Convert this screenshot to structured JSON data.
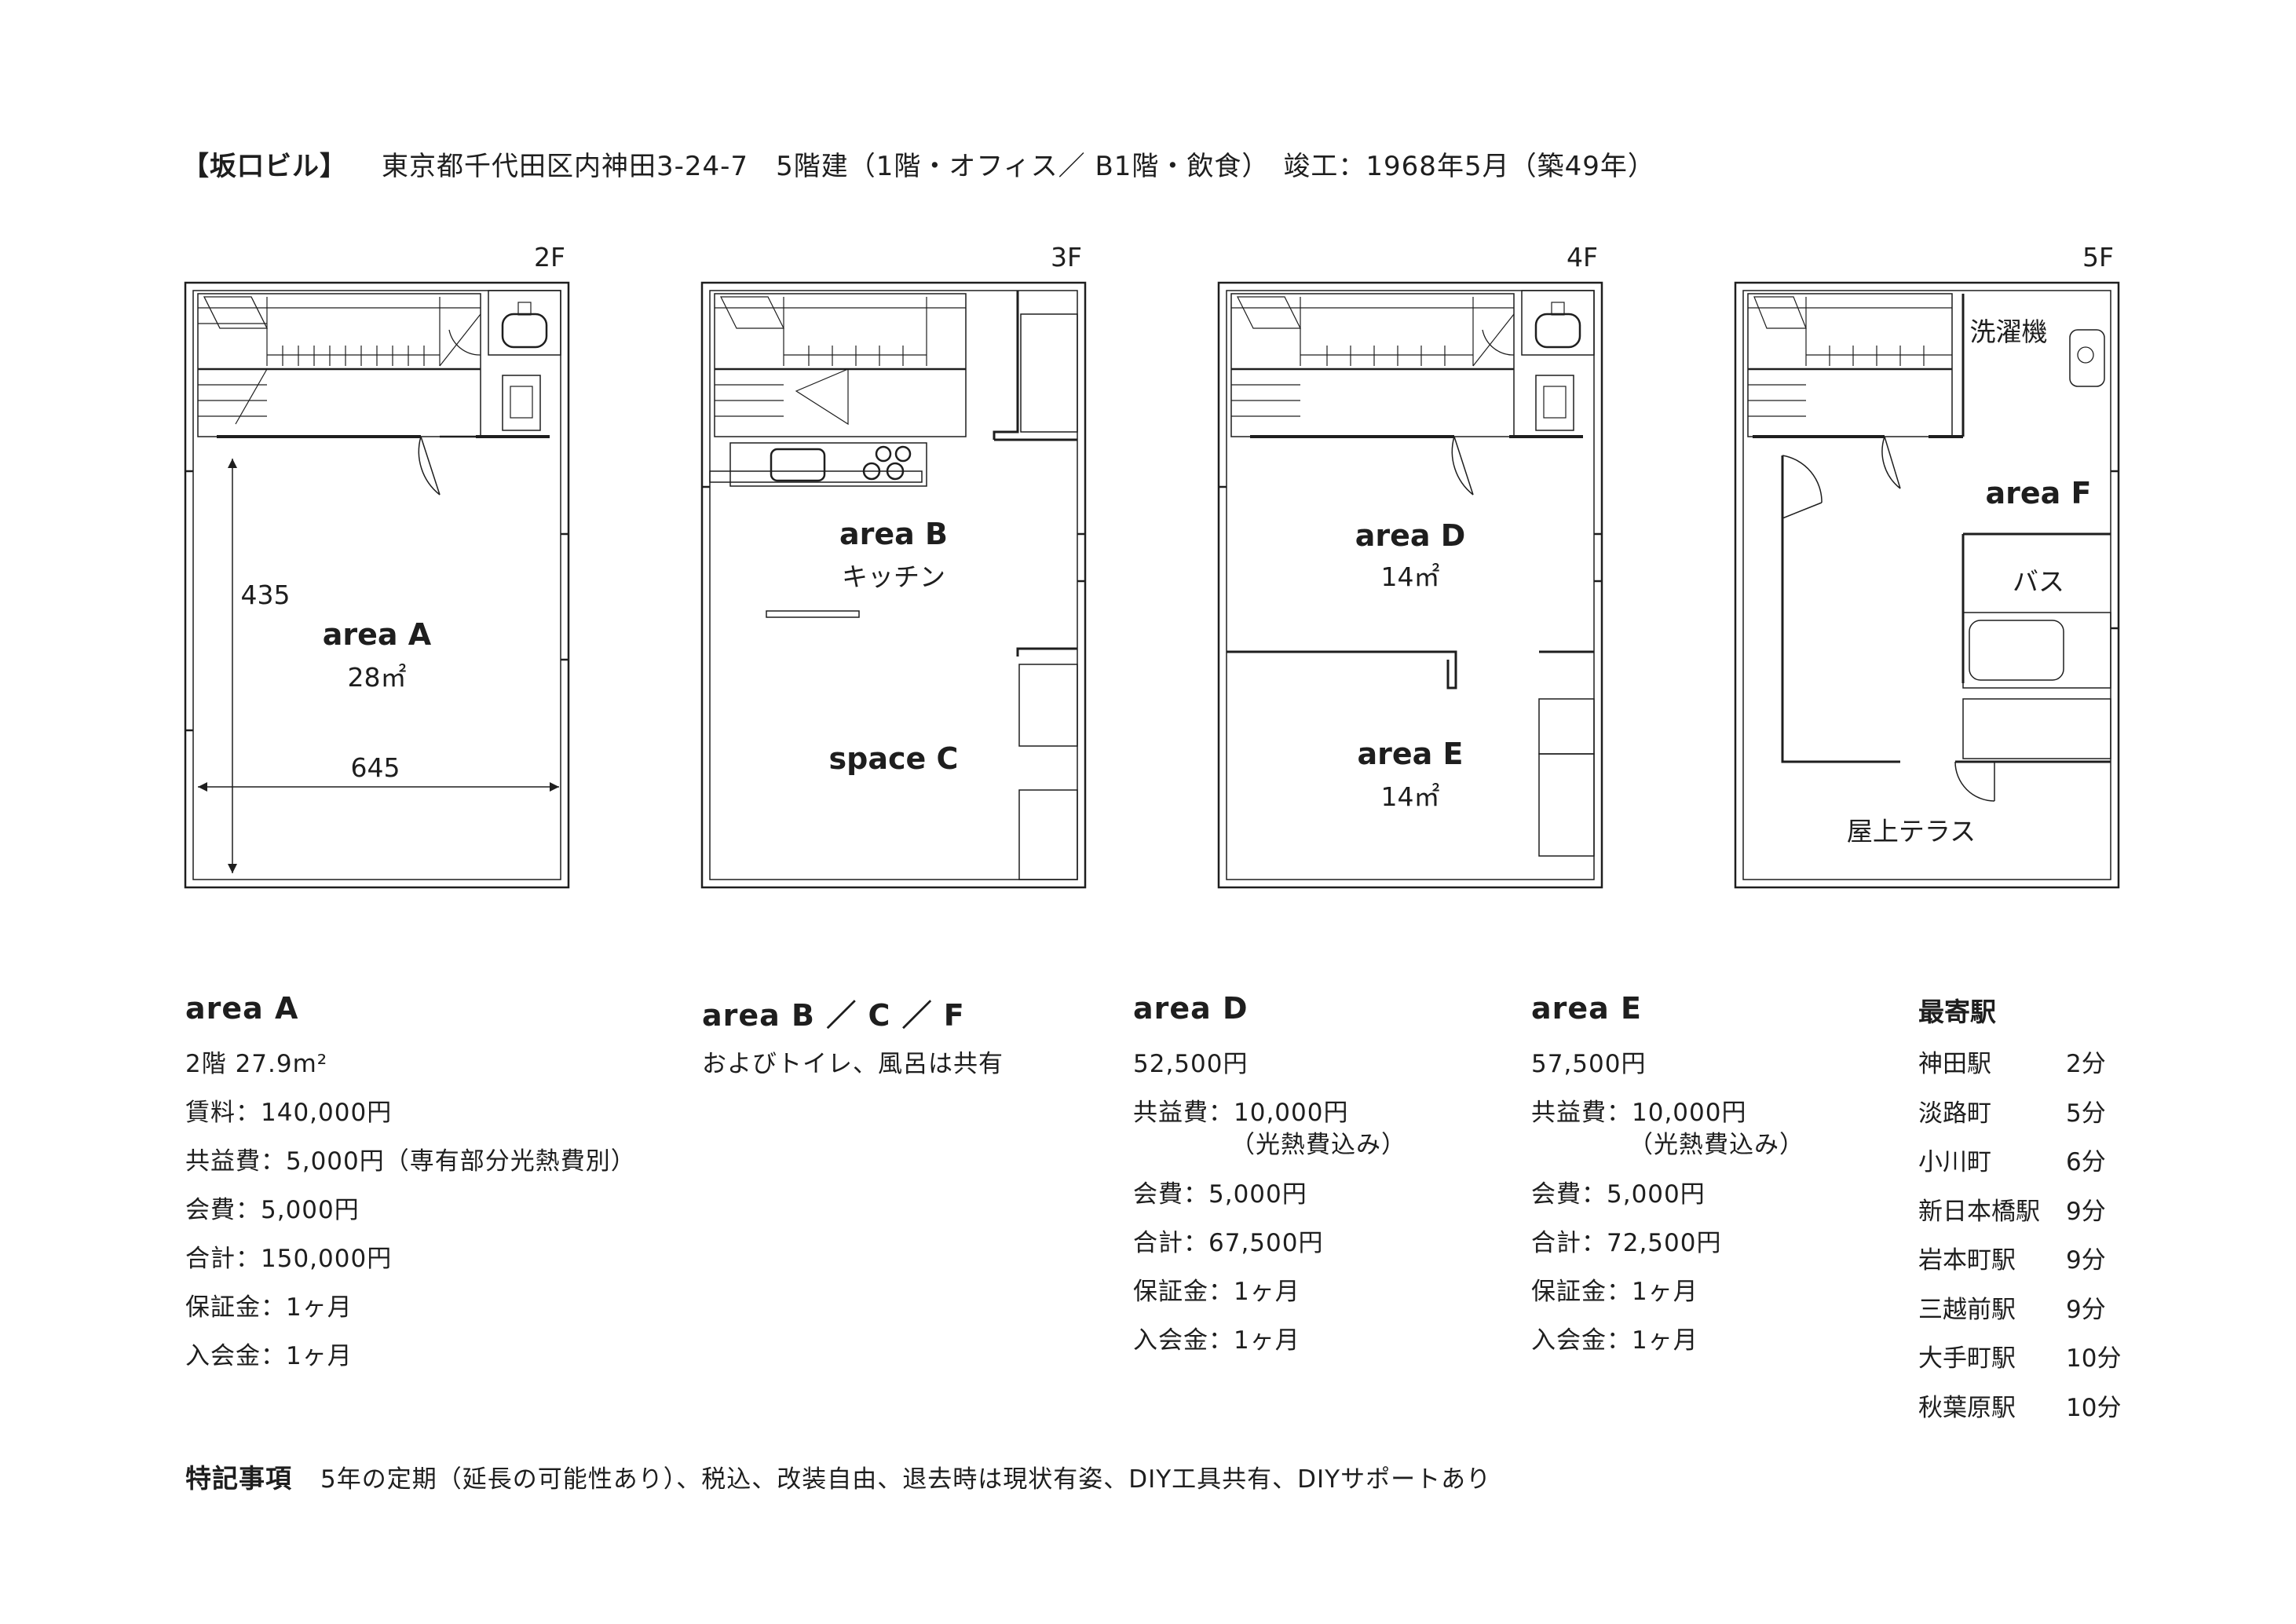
{
  "header": {
    "building_name": "【坂口ビル】",
    "address_line": "東京都千代田区内神田3-24-7　5階建（1階・オフィス／ B1階・飲食）　竣工：1968年5月（築49年）"
  },
  "plans": {
    "floors": [
      "2F",
      "3F",
      "4F",
      "5F"
    ],
    "labels": {
      "area_a_name": "area A",
      "area_a_size": "28㎡",
      "dim_height": "435",
      "dim_width": "645",
      "area_b_name": "area B",
      "area_b_sub": "キッチン",
      "space_c_name": "space C",
      "area_d_name": "area D",
      "area_d_size": "14㎡",
      "area_e_name": "area E",
      "area_e_size": "14㎡",
      "area_f_name": "area F",
      "washer": "洗濯機",
      "bath": "バス",
      "terrace": "屋上テラス"
    }
  },
  "details": {
    "area_a": {
      "title": "area A",
      "lines": [
        "2階 27.9m²",
        "賃料：140,000円",
        "共益費：5,000円（専有部分光熱費別）",
        "会費：5,000円",
        "合計：150,000円",
        "保証金：1ヶ月",
        "入会金：1ヶ月"
      ]
    },
    "area_bcf": {
      "title": "area B ／ C ／ F",
      "lines": [
        "およびトイレ、風呂は共有"
      ]
    },
    "area_d": {
      "title": "area D",
      "rent": "52,500円",
      "common": "共益費：10,000円",
      "common_note": "（光熱費込み）",
      "lines": [
        "会費：5,000円",
        "合計：67,500円",
        "保証金：1ヶ月",
        "入会金：1ヶ月"
      ]
    },
    "area_e": {
      "title": "area E",
      "rent": "57,500円",
      "common": "共益費：10,000円",
      "common_note": "（光熱費込み）",
      "lines": [
        "会費：5,000円",
        "合計：72,500円",
        "保証金：1ヶ月",
        "入会金：1ヶ月"
      ]
    }
  },
  "stations": {
    "title": "最寄駅",
    "items": [
      {
        "name": "神田駅",
        "time": "2分"
      },
      {
        "name": "淡路町",
        "time": "5分"
      },
      {
        "name": "小川町",
        "time": "6分"
      },
      {
        "name": "新日本橋駅",
        "time": "9分"
      },
      {
        "name": "岩本町駅",
        "time": "9分"
      },
      {
        "name": "三越前駅",
        "time": "9分"
      },
      {
        "name": "大手町駅",
        "time": "10分"
      },
      {
        "name": "秋葉原駅",
        "time": "10分"
      }
    ]
  },
  "notes": {
    "label": "特記事項",
    "text": "5年の定期（延長の可能性あり）、税込、改装自由、退去時は現状有姿、DIY工具共有、DIYサポートあり"
  }
}
